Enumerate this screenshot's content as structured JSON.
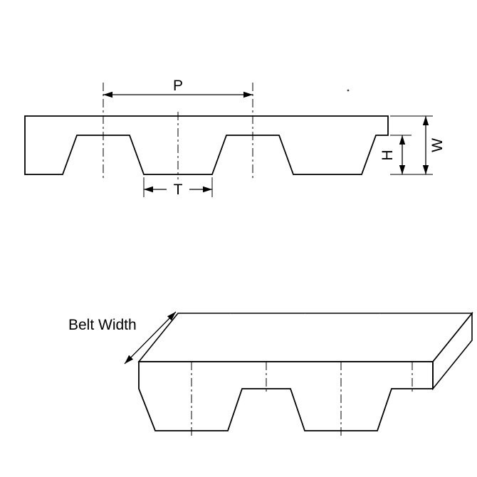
{
  "top_view": {
    "description": "Timing belt tooth profile cross-section",
    "labels": {
      "pitch": "P",
      "tooth_width": "T",
      "tooth_height": "H",
      "thickness": "W"
    }
  },
  "bottom_view": {
    "description": "Timing belt segment perspective view",
    "labels": {
      "belt_width": "Belt Width"
    }
  },
  "colors": {
    "background": "#ffffff",
    "outline": "#000000",
    "belt_fill": "#ececec",
    "top_surface_fill": "#000000",
    "side_face_fill": "#fafafa"
  }
}
